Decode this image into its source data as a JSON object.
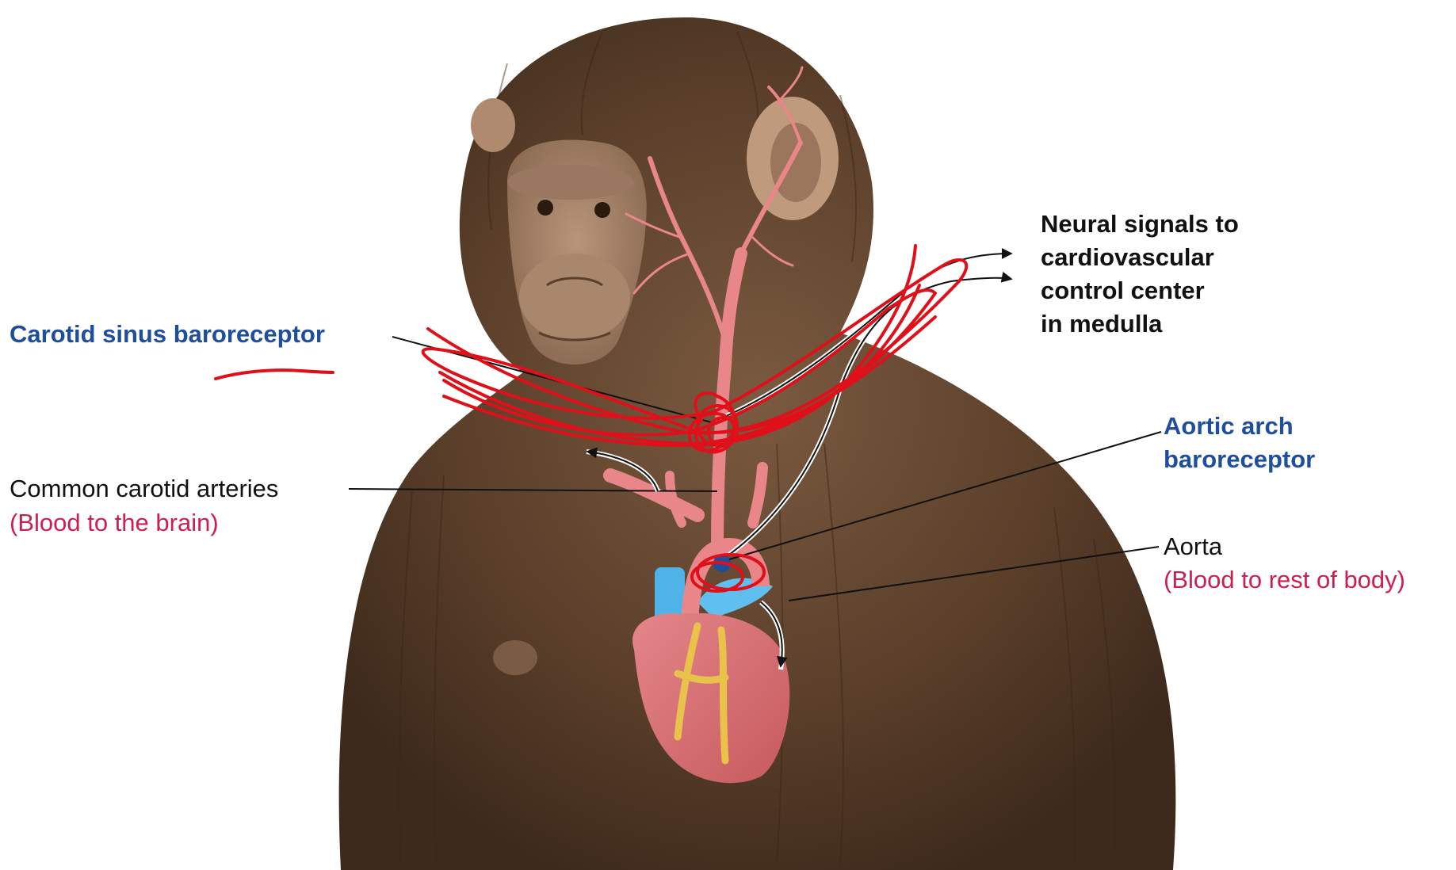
{
  "labels": {
    "carotid_sinus": "Carotid sinus baroreceptor",
    "neural_line1": "Neural signals to",
    "neural_line2": "cardiovascular",
    "neural_line3": "control center",
    "neural_line4": "in medulla",
    "common_carotid": "Common carotid arteries",
    "common_carotid_sub": "(Blood to the brain)",
    "aortic_line1": "Aortic arch",
    "aortic_line2": "baroreceptor",
    "aorta": "Aorta",
    "aorta_sub": "(Blood to rest of body)"
  },
  "colors": {
    "baroreceptor_blue": "#1f4e9c",
    "blood_red": "#cc1f4f",
    "label_black": "#111111",
    "annotation_red": "#e0101a",
    "artery_pink": "#e8868a",
    "fur_brown": "#5b3f2a"
  }
}
